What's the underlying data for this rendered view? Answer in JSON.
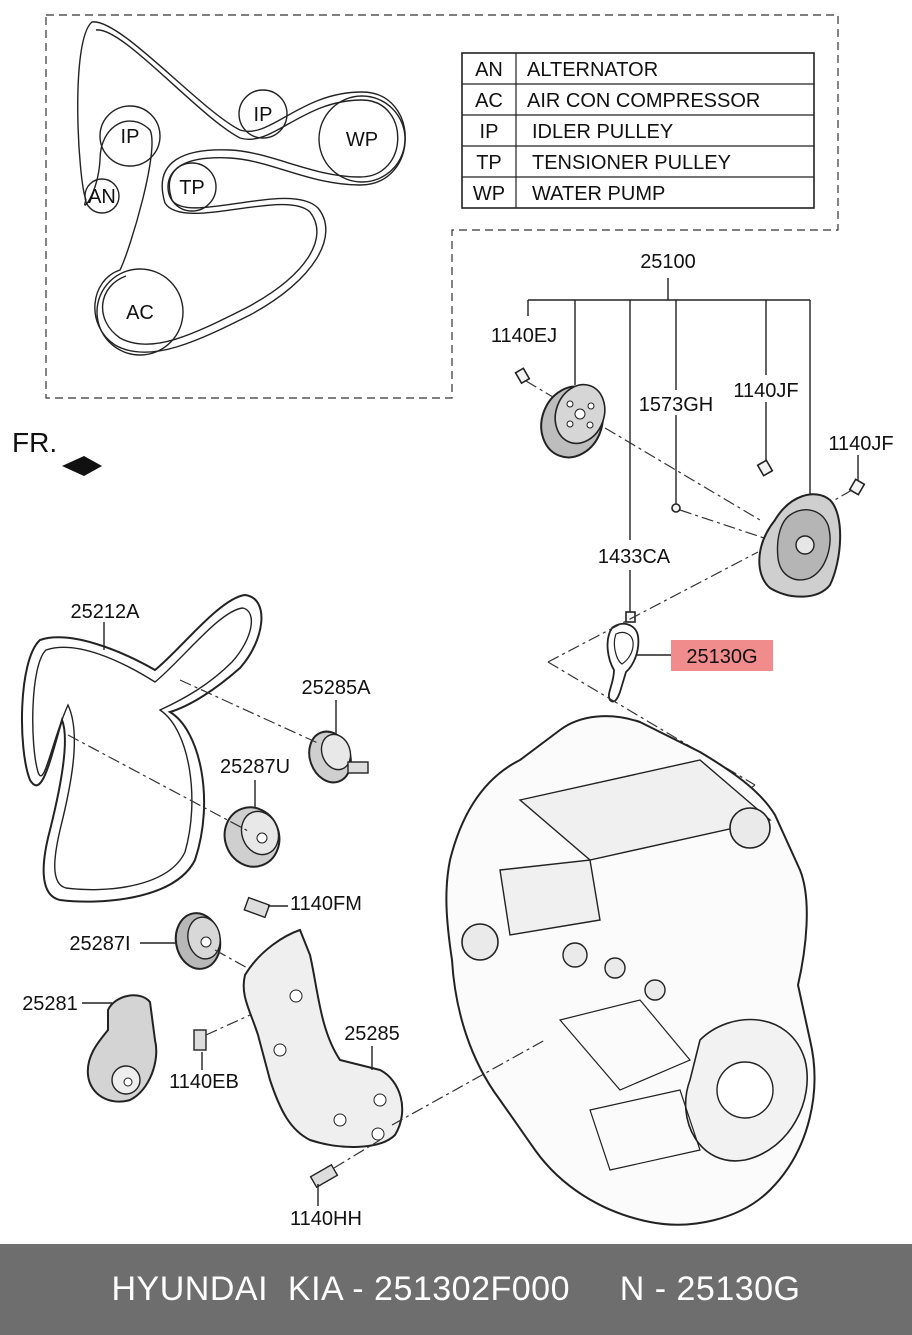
{
  "legend": [
    {
      "code": "AN",
      "name": "ALTERNATOR"
    },
    {
      "code": "AC",
      "name": "AIR CON COMPRESSOR"
    },
    {
      "code": "IP",
      "name": "IDLER PULLEY"
    },
    {
      "code": "TP",
      "name": "TENSIONER PULLEY"
    },
    {
      "code": "WP",
      "name": "WATER PUMP"
    }
  ],
  "belt_routing": {
    "pulleys": [
      "IP",
      "AN",
      "IP",
      "WP",
      "TP",
      "AC"
    ]
  },
  "direction_label": "FR.",
  "part_labels": {
    "p25100": "25100",
    "p1140EJ": "1140EJ",
    "p1573GH": "1573GH",
    "p1140JF_a": "1140JF",
    "p1140JF_b": "1140JF",
    "p1433CA": "1433CA",
    "p25130G": "25130G",
    "p25212A": "25212A",
    "p25285A": "25285A",
    "p25287U": "25287U",
    "p1140FM": "1140FM",
    "p25287I": "25287I",
    "p25281": "25281",
    "p1140EB": "1140EB",
    "p25285": "25285",
    "p1140HH": "1140HH"
  },
  "highlight_color": "#f08c8c",
  "footer": {
    "text": "HYUNDAI  KIA - 251302F000     N - 25130G"
  }
}
